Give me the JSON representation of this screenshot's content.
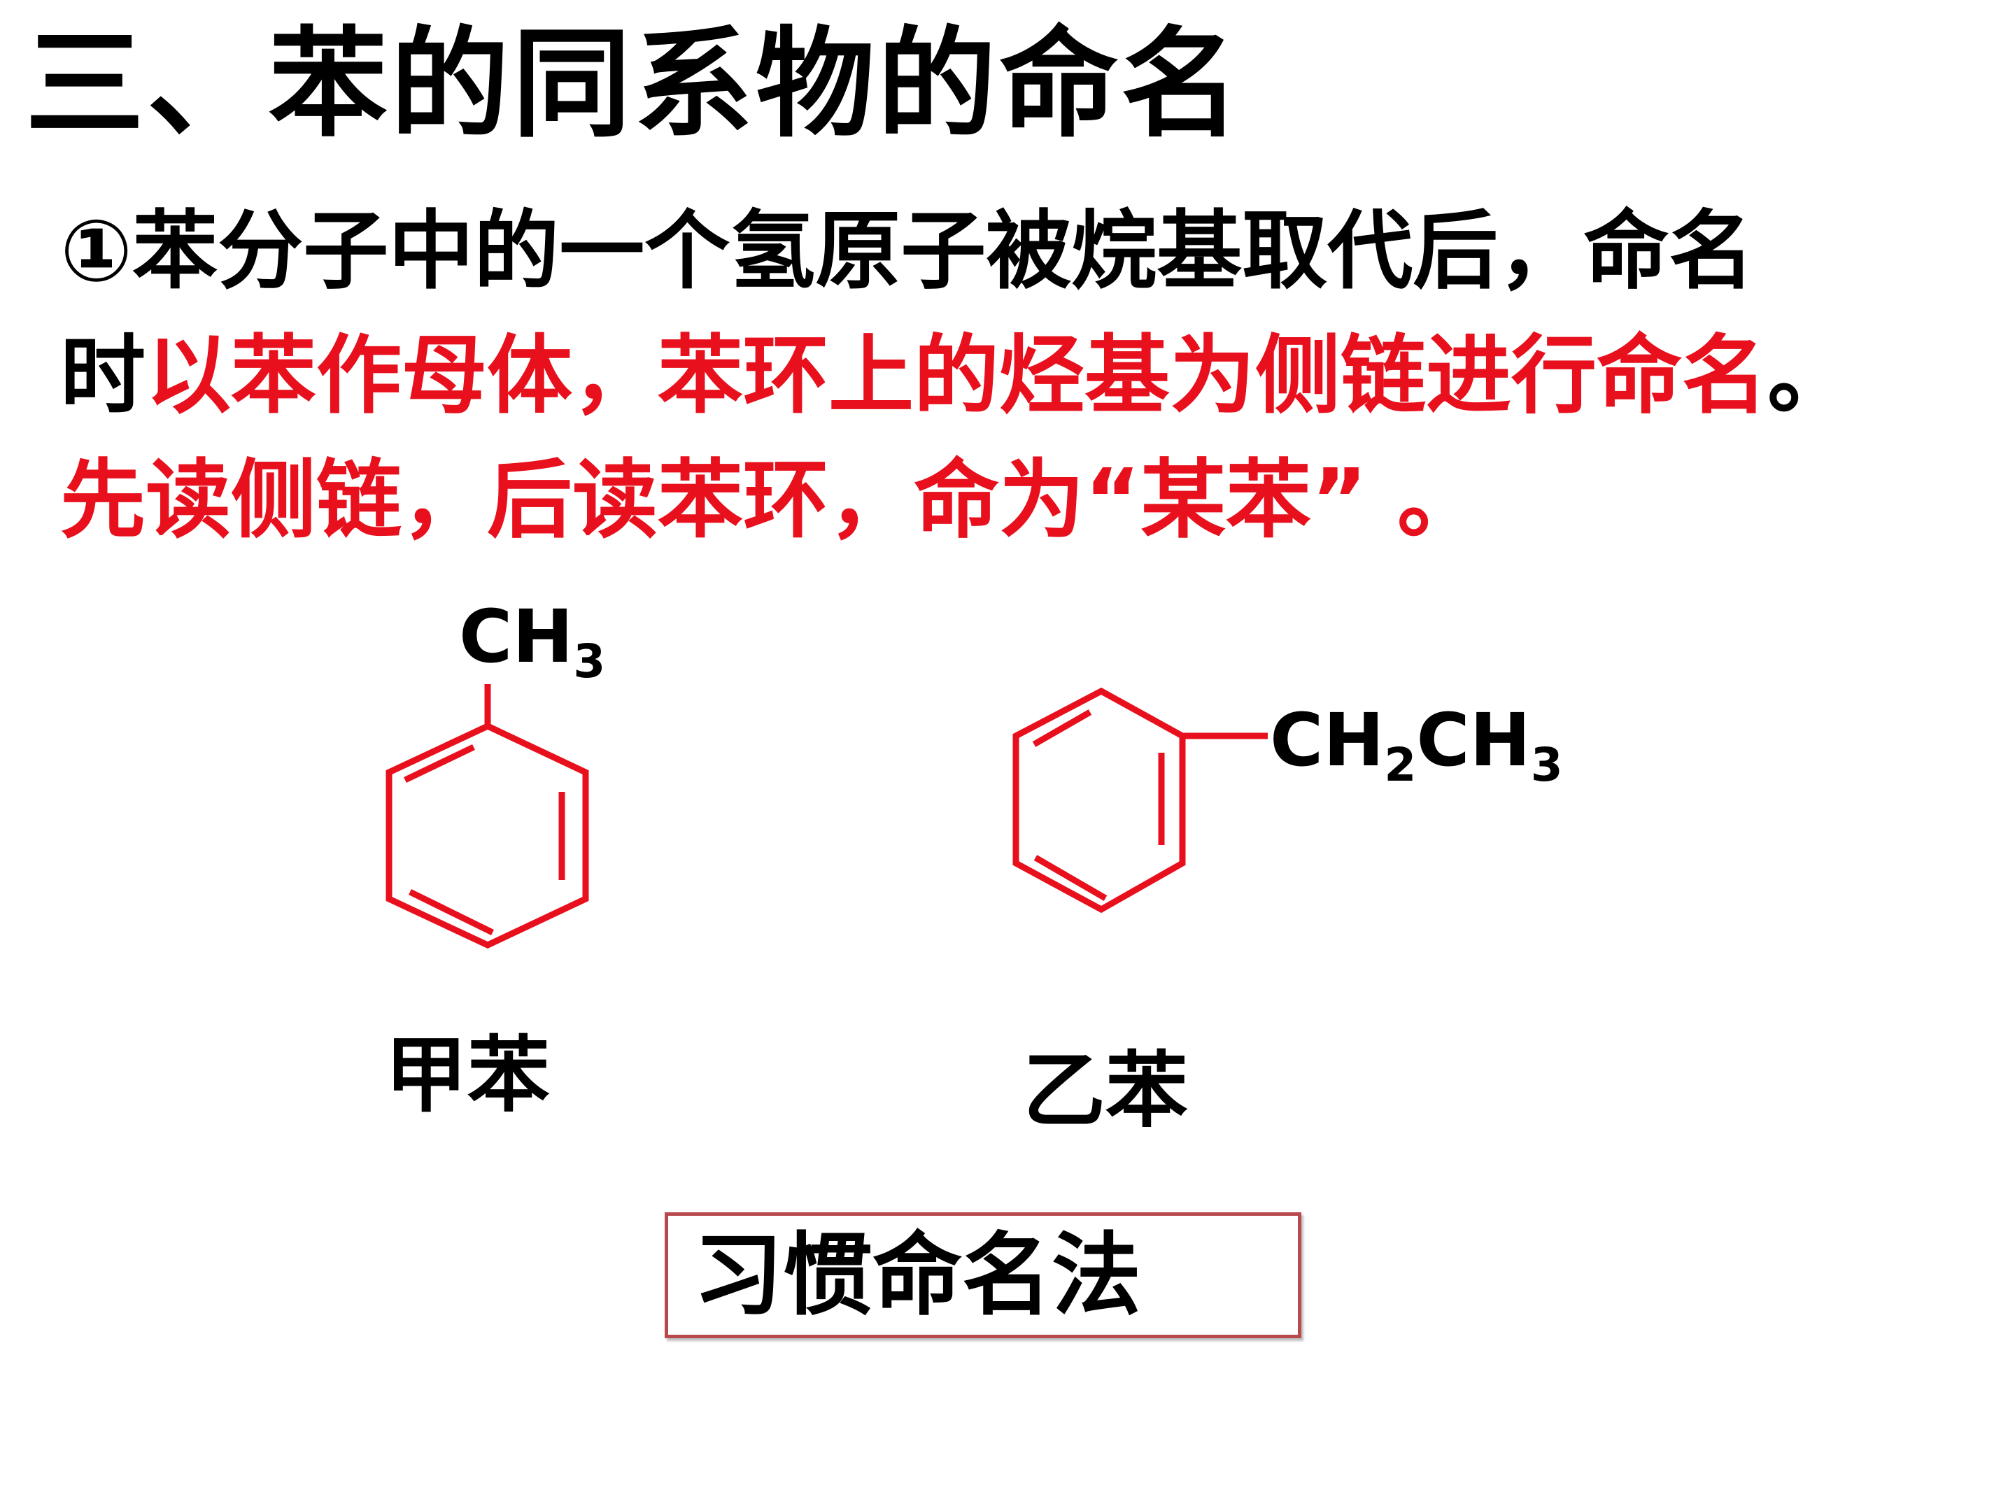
{
  "title": "三、苯的同系物的命名",
  "paragraph": {
    "line1": "①苯分子中的一个氢原子被烷基取代后，命名",
    "line2_prefix": "时",
    "line2_red": "以苯作母体，苯环上的烃基为侧链进行命名",
    "line2_suffix": "。",
    "line3_red": "先读侧链，后读苯环，命为“某苯”",
    "line3_suffix": " 。"
  },
  "molecules": {
    "toluene": {
      "formula_main": "CH",
      "formula_sub": "3",
      "name": "甲苯"
    },
    "ethylbenzene": {
      "formula_part1": "CH",
      "formula_sub1": "2",
      "formula_part2": "CH",
      "formula_sub2": "3",
      "name": "乙苯"
    }
  },
  "method_label": "习惯命名法",
  "colors": {
    "text": "#000000",
    "emphasis": "#e8101c",
    "structure": "#e8101c",
    "box_border": "#b84a4e"
  }
}
